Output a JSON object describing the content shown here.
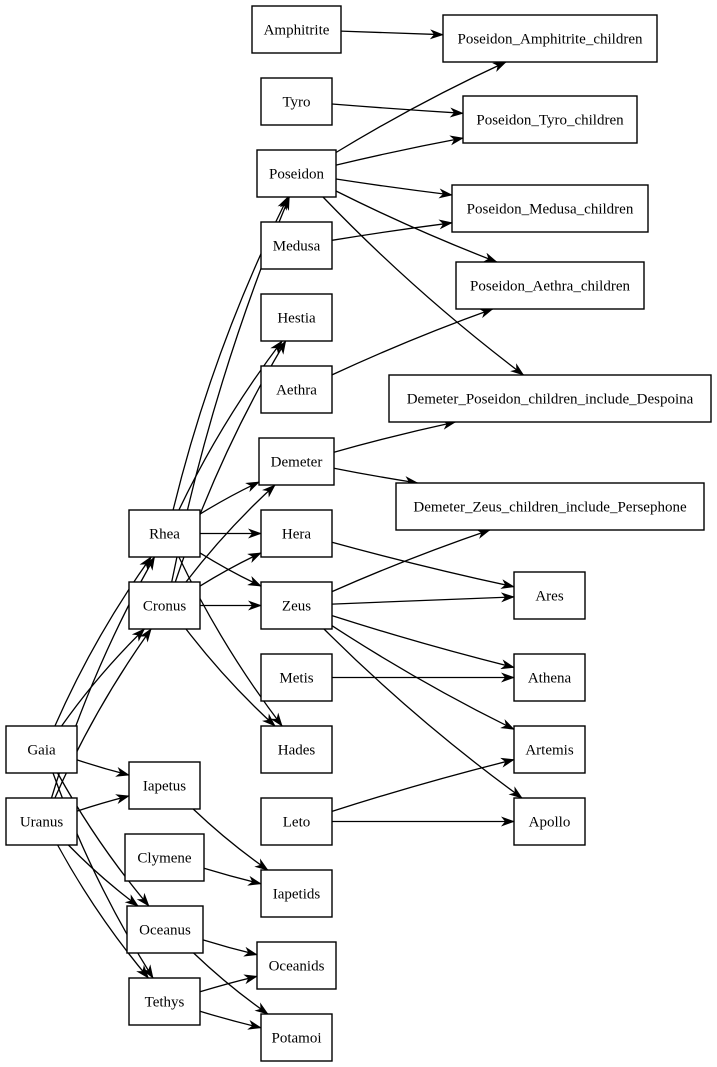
{
  "diagram": {
    "type": "directed-graph",
    "nodes": [
      {
        "id": "amphitrite",
        "label": "Amphitrite"
      },
      {
        "id": "tyro",
        "label": "Tyro"
      },
      {
        "id": "poseidon",
        "label": "Poseidon"
      },
      {
        "id": "medusa",
        "label": "Medusa"
      },
      {
        "id": "hestia",
        "label": "Hestia"
      },
      {
        "id": "aethra",
        "label": "Aethra"
      },
      {
        "id": "demeter",
        "label": "Demeter"
      },
      {
        "id": "rhea",
        "label": "Rhea"
      },
      {
        "id": "hera",
        "label": "Hera"
      },
      {
        "id": "cronus",
        "label": "Cronus"
      },
      {
        "id": "zeus",
        "label": "Zeus"
      },
      {
        "id": "metis",
        "label": "Metis"
      },
      {
        "id": "gaia",
        "label": "Gaia"
      },
      {
        "id": "hades",
        "label": "Hades"
      },
      {
        "id": "iapetus",
        "label": "Iapetus"
      },
      {
        "id": "uranus",
        "label": "Uranus"
      },
      {
        "id": "leto",
        "label": "Leto"
      },
      {
        "id": "clymene",
        "label": "Clymene"
      },
      {
        "id": "iapetids",
        "label": "Iapetids"
      },
      {
        "id": "oceanus",
        "label": "Oceanus"
      },
      {
        "id": "oceanids",
        "label": "Oceanids"
      },
      {
        "id": "tethys",
        "label": "Tethys"
      },
      {
        "id": "potamoi",
        "label": "Potamoi"
      },
      {
        "id": "pos_amph",
        "label": "Poseidon_Amphitrite_children"
      },
      {
        "id": "pos_tyro",
        "label": "Poseidon_Tyro_children"
      },
      {
        "id": "pos_medusa",
        "label": "Poseidon_Medusa_children"
      },
      {
        "id": "pos_aethra",
        "label": "Poseidon_Aethra_children"
      },
      {
        "id": "dem_pos",
        "label": "Demeter_Poseidon_children_include_Despoina"
      },
      {
        "id": "dem_zeus",
        "label": "Demeter_Zeus_children_include_Persephone"
      },
      {
        "id": "ares",
        "label": "Ares"
      },
      {
        "id": "athena",
        "label": "Athena"
      },
      {
        "id": "artemis",
        "label": "Artemis"
      },
      {
        "id": "apollo",
        "label": "Apollo"
      }
    ],
    "edges": [
      {
        "from": "gaia",
        "to": "rhea"
      },
      {
        "from": "gaia",
        "to": "cronus"
      },
      {
        "from": "gaia",
        "to": "iapetus"
      },
      {
        "from": "gaia",
        "to": "oceanus"
      },
      {
        "from": "gaia",
        "to": "tethys"
      },
      {
        "from": "uranus",
        "to": "rhea"
      },
      {
        "from": "uranus",
        "to": "cronus"
      },
      {
        "from": "uranus",
        "to": "iapetus"
      },
      {
        "from": "uranus",
        "to": "oceanus"
      },
      {
        "from": "uranus",
        "to": "tethys"
      },
      {
        "from": "rhea",
        "to": "poseidon"
      },
      {
        "from": "rhea",
        "to": "hestia"
      },
      {
        "from": "rhea",
        "to": "demeter"
      },
      {
        "from": "rhea",
        "to": "hera"
      },
      {
        "from": "rhea",
        "to": "zeus"
      },
      {
        "from": "rhea",
        "to": "hades"
      },
      {
        "from": "cronus",
        "to": "poseidon"
      },
      {
        "from": "cronus",
        "to": "hestia"
      },
      {
        "from": "cronus",
        "to": "demeter"
      },
      {
        "from": "cronus",
        "to": "hera"
      },
      {
        "from": "cronus",
        "to": "zeus"
      },
      {
        "from": "cronus",
        "to": "hades"
      },
      {
        "from": "amphitrite",
        "to": "pos_amph"
      },
      {
        "from": "poseidon",
        "to": "pos_amph"
      },
      {
        "from": "tyro",
        "to": "pos_tyro"
      },
      {
        "from": "poseidon",
        "to": "pos_tyro"
      },
      {
        "from": "poseidon",
        "to": "pos_medusa"
      },
      {
        "from": "medusa",
        "to": "pos_medusa"
      },
      {
        "from": "poseidon",
        "to": "pos_aethra"
      },
      {
        "from": "aethra",
        "to": "pos_aethra"
      },
      {
        "from": "poseidon",
        "to": "dem_pos"
      },
      {
        "from": "demeter",
        "to": "dem_pos"
      },
      {
        "from": "demeter",
        "to": "dem_zeus"
      },
      {
        "from": "zeus",
        "to": "dem_zeus"
      },
      {
        "from": "hera",
        "to": "ares"
      },
      {
        "from": "zeus",
        "to": "ares"
      },
      {
        "from": "zeus",
        "to": "athena"
      },
      {
        "from": "metis",
        "to": "athena"
      },
      {
        "from": "zeus",
        "to": "artemis"
      },
      {
        "from": "zeus",
        "to": "apollo"
      },
      {
        "from": "leto",
        "to": "artemis"
      },
      {
        "from": "leto",
        "to": "apollo"
      },
      {
        "from": "iapetus",
        "to": "iapetids"
      },
      {
        "from": "clymene",
        "to": "iapetids"
      },
      {
        "from": "oceanus",
        "to": "oceanids"
      },
      {
        "from": "tethys",
        "to": "oceanids"
      },
      {
        "from": "oceanus",
        "to": "potamoi"
      },
      {
        "from": "tethys",
        "to": "potamoi"
      }
    ]
  }
}
